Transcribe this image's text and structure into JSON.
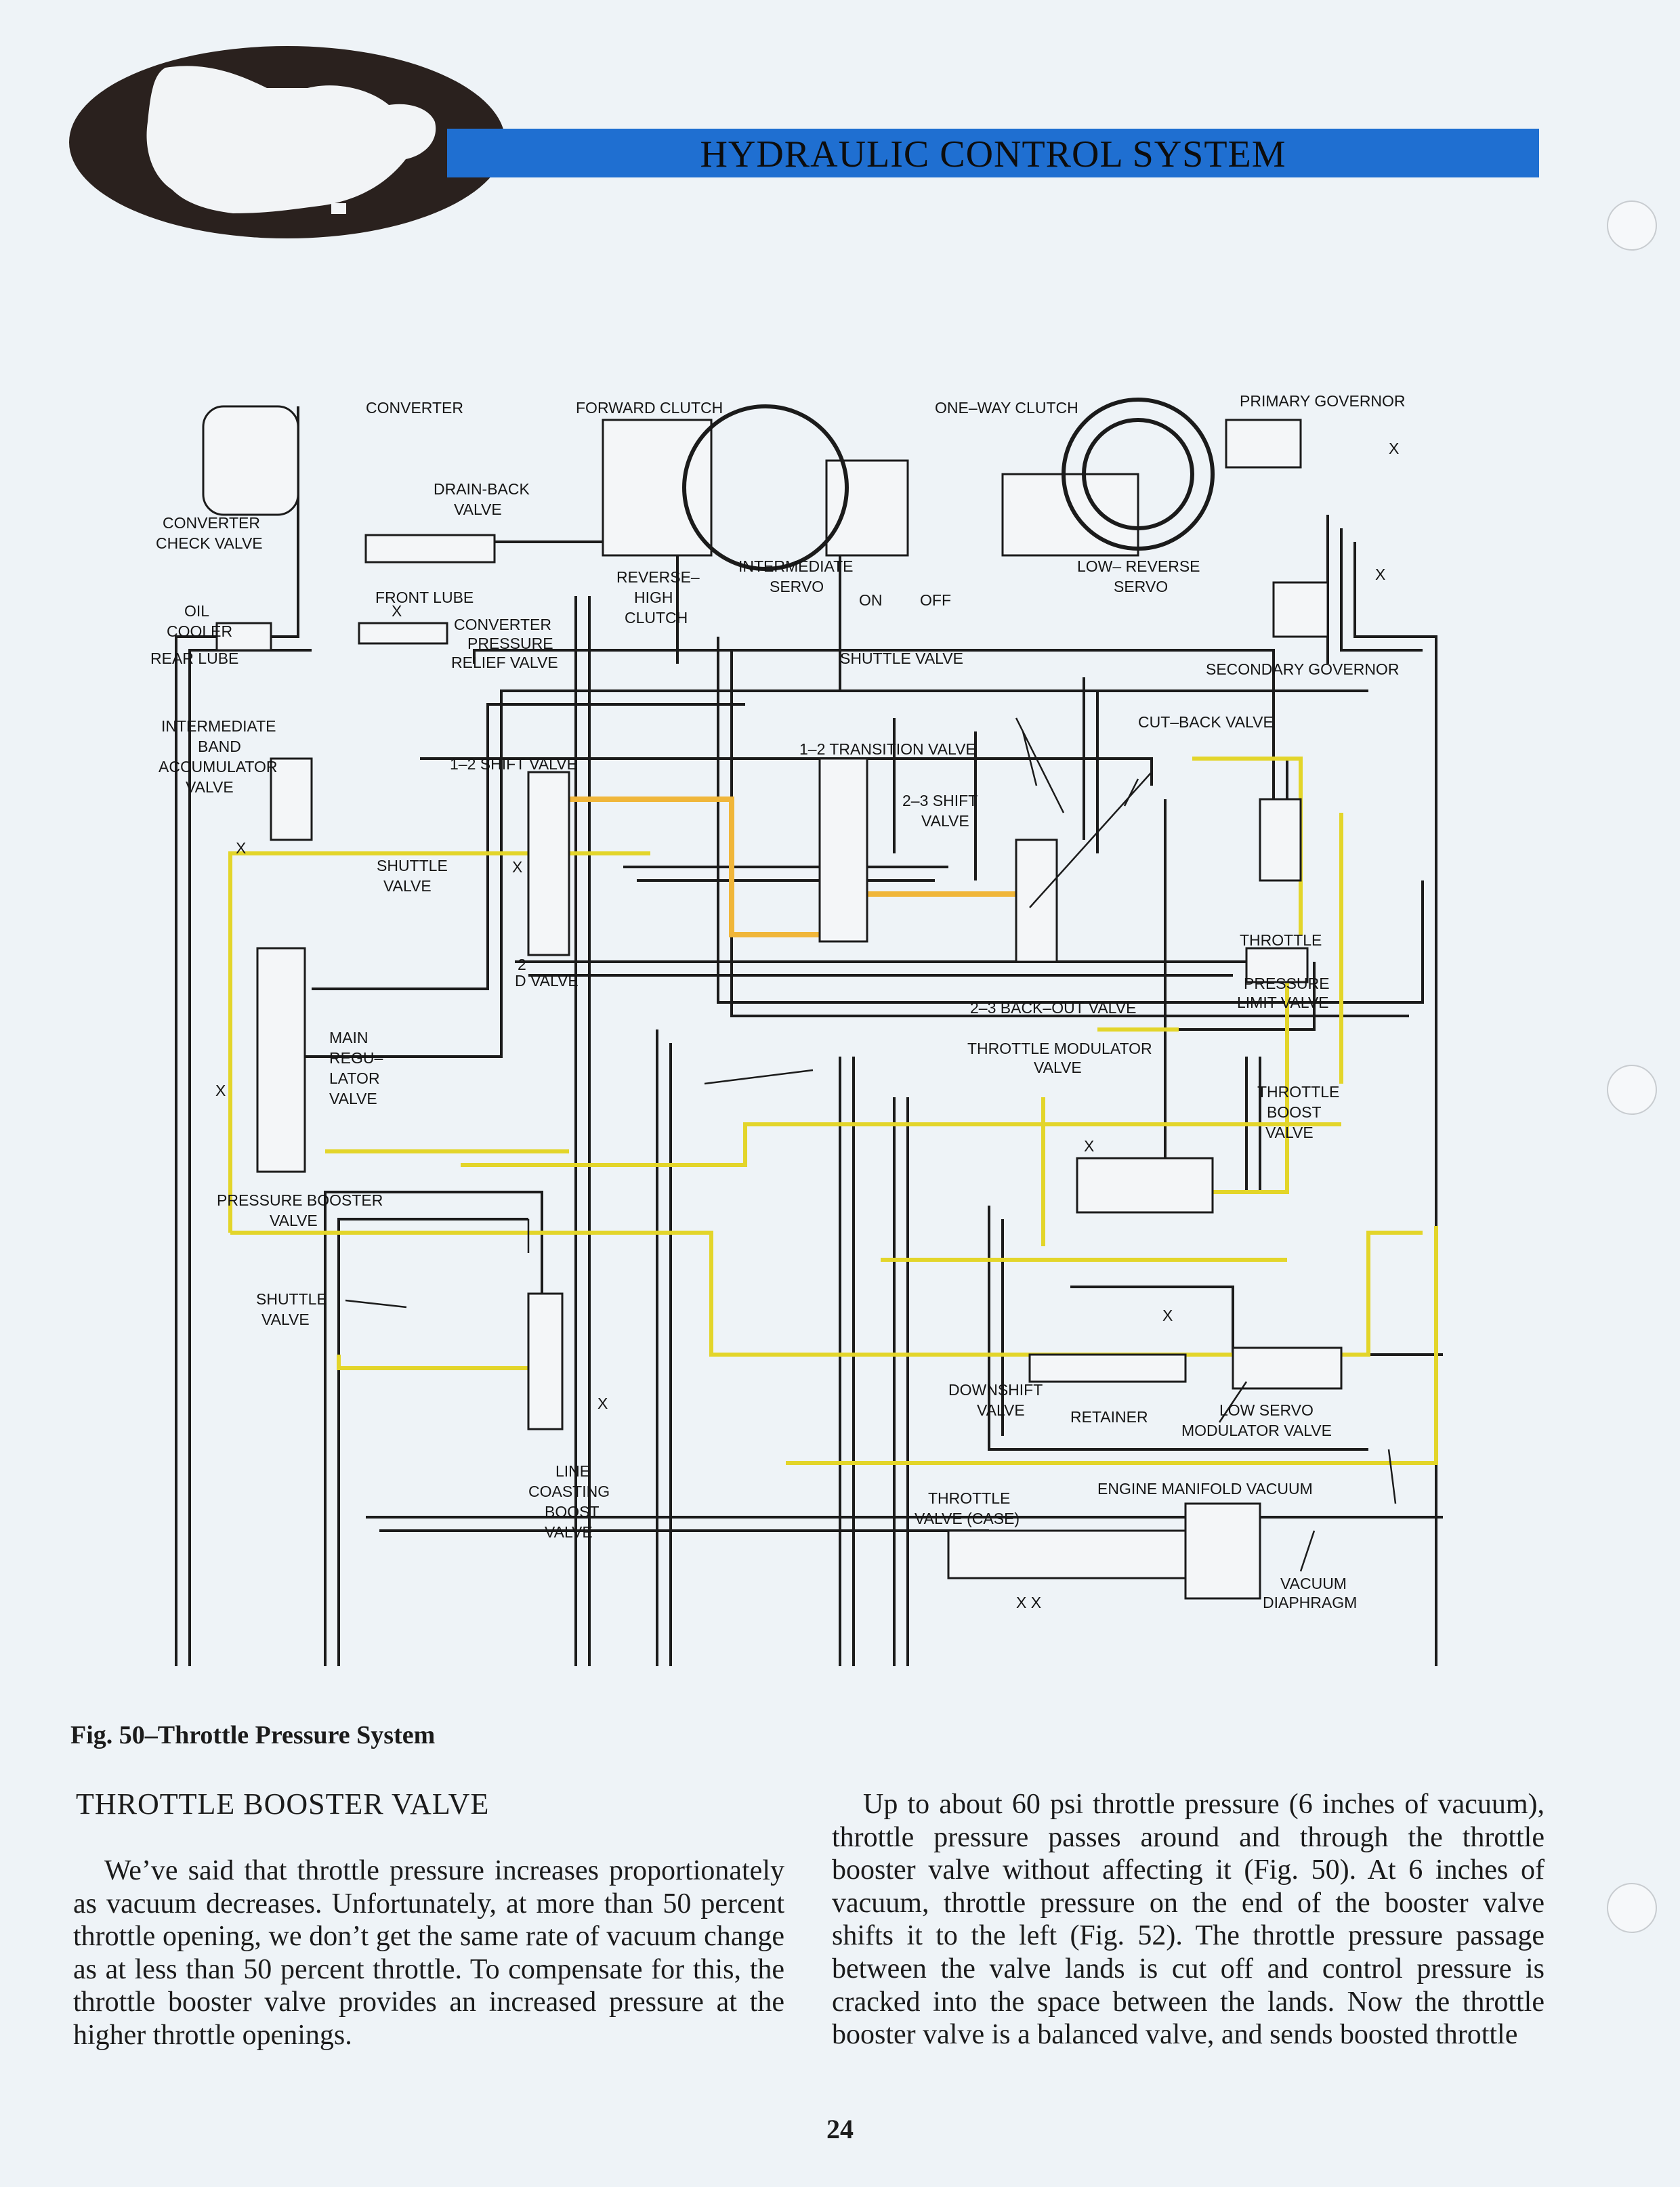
{
  "header": {
    "title": "HYDRAULIC CONTROL SYSTEM",
    "logo_icon": "transmission-silhouette-icon",
    "band_color": "#1f6fd1"
  },
  "diagram": {
    "colors": {
      "throttle_pressure": "#e3d52a",
      "throttle_modulator": "#f0b63a",
      "passage": "#1b1b1b"
    },
    "labels": {
      "converter": "CONVERTER",
      "forward_clutch": "FORWARD CLUTCH",
      "one_way_clutch": "ONE–WAY CLUTCH",
      "primary_governor": "PRIMARY GOVERNOR",
      "drain_back_1": "DRAIN-BACK",
      "drain_back_2": "VALVE",
      "converter_check_1": "CONVERTER",
      "converter_check_2": "CHECK VALVE",
      "oil_cooler_1": "OIL",
      "oil_cooler_2": "COOLER",
      "rear_lube": "REAR LUBE",
      "front_lube": "FRONT LUBE",
      "conv_relief_1": "CONVERTER",
      "conv_relief_2": "PRESSURE",
      "conv_relief_3": "RELIEF VALVE",
      "reverse_high_1": "REVERSE–",
      "reverse_high_2": "HIGH",
      "reverse_high_3": "CLUTCH",
      "int_servo_1": "INTERMEDIATE",
      "int_servo_2": "SERVO",
      "on": "ON",
      "off": "OFF",
      "low_reverse_1": "LOW– REVERSE",
      "low_reverse_2": "SERVO",
      "shuttle_valve_top": "SHUTTLE VALVE",
      "secondary_governor": "SECONDARY GOVERNOR",
      "int_band_1": "INTERMEDIATE",
      "int_band_2": "BAND",
      "int_band_3": "ACCUMULATOR",
      "int_band_4": "VALVE",
      "shift_12": "1–2 SHIFT VALVE",
      "transition_12": "1–2 TRANSITION VALVE",
      "cut_back": "CUT–BACK VALVE",
      "shift_23_1": "2–3 SHIFT",
      "shift_23_2": "VALVE",
      "shuttle_mid_1": "SHUTTLE",
      "shuttle_mid_2": "VALVE",
      "d2_valve": "D VALVE",
      "d2_sup": "2",
      "throttle_psl_1": "THROTTLE",
      "throttle_psl_2": "PRESSURE",
      "throttle_psl_3": "LIMIT VALVE",
      "backout_23": "2–3 BACK–OUT VALVE",
      "throttle_mod_1": "THROTTLE MODULATOR",
      "throttle_mod_2": "VALVE",
      "main_reg_1": "MAIN",
      "main_reg_2": "REGU–",
      "main_reg_3": "LATOR",
      "main_reg_4": "VALVE",
      "throttle_boost_1": "THROTTLE",
      "throttle_boost_2": "BOOST",
      "throttle_boost_3": "VALVE",
      "pressure_booster_1": "PRESSURE BOOSTER",
      "pressure_booster_2": "VALVE",
      "shuttle_low_1": "SHUTTLE",
      "shuttle_low_2": "VALVE",
      "downshift_1": "DOWNSHIFT",
      "downshift_2": "VALVE",
      "retainer": "RETAINER",
      "low_servo_mod_1": "LOW SERVO",
      "low_servo_mod_2": "MODULATOR VALVE",
      "line_coasting_1": "LINE",
      "line_coasting_2": "COASTING",
      "line_coasting_3": "BOOST",
      "line_coasting_4": "VALVE",
      "throttle_case_1": "THROTTLE",
      "throttle_case_2": "VALVE (CASE)",
      "engine_vacuum": "ENGINE MANIFOLD VACUUM",
      "vacuum_diaphragm_1": "VACUUM",
      "vacuum_diaphragm_2": "DIAPHRAGM",
      "x": "X",
      "xx": "X X"
    }
  },
  "caption": "Fig. 50–Throttle Pressure System",
  "section_heading": "THROTTLE BOOSTER VALVE",
  "body": {
    "left": "We’ve said that throttle pressure increases proportionately as vacuum decreases. Unfortunately, at more than 50 percent throttle opening, we don’t get the same rate of vacuum change as at less than 50 percent throttle. To compensate for this, the throttle booster valve provides an increased pressure at the higher throttle openings.",
    "right": "Up to about 60 psi throttle pressure (6 inches of vacuum), throttle pressure passes around and through the throttle booster valve without affecting it (Fig. 50). At 6 inches of vacuum, throttle pressure on the end of the booster valve shifts it to the left (Fig. 52). The throttle pressure passage between the valve lands is cut off and control pressure is cracked into the space between the lands. Now the throttle booster valve is a balanced valve, and sends boosted throttle"
  },
  "page_number": "24"
}
